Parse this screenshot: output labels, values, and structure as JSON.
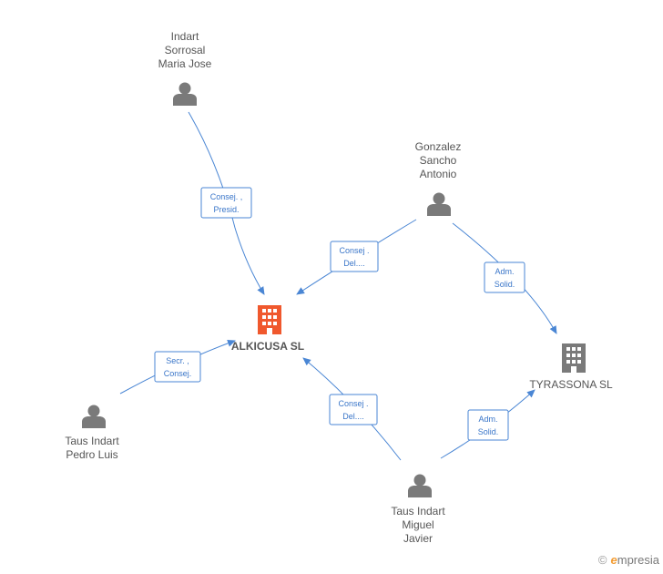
{
  "colors": {
    "edge": "#4a86d4",
    "person": "#7a7a7a",
    "company": "#7a7a7a",
    "company_highlight": "#f0582d",
    "text": "#555555"
  },
  "nodes": {
    "indart_sorrosal": {
      "lines": [
        "Indart",
        "Sorrosal",
        "Maria Jose"
      ],
      "icon": "person-icon"
    },
    "gonzalez_sancho": {
      "lines": [
        "Gonzalez",
        "Sancho",
        "Antonio"
      ],
      "icon": "person-icon"
    },
    "taus_pedro": {
      "lines": [
        "Taus Indart",
        "Pedro Luis"
      ],
      "icon": "person-icon"
    },
    "taus_miguel": {
      "lines": [
        "Taus Indart",
        "Miguel",
        "Javier"
      ],
      "icon": "person-icon"
    },
    "alkicusa": {
      "lines": [
        "ALKICUSA SL"
      ],
      "icon": "building-icon"
    },
    "tyrassona": {
      "lines": [
        "TYRASSONA SL"
      ],
      "icon": "building-icon"
    }
  },
  "roles": {
    "indart_alkicusa": [
      "Consej. ,",
      "Presid."
    ],
    "gonzalez_alkicusa": [
      "Consej .",
      "Del...."
    ],
    "gonzalez_tyrassona": [
      "Adm.",
      "Solid."
    ],
    "pedro_alkicusa": [
      "Secr. ,",
      "Consej."
    ],
    "miguel_alkicusa": [
      "Consej .",
      "Del...."
    ],
    "miguel_tyrassona": [
      "Adm.",
      "Solid."
    ]
  },
  "brand": {
    "copyright": "©",
    "name_initial": "e",
    "name_rest": "mpresia"
  }
}
